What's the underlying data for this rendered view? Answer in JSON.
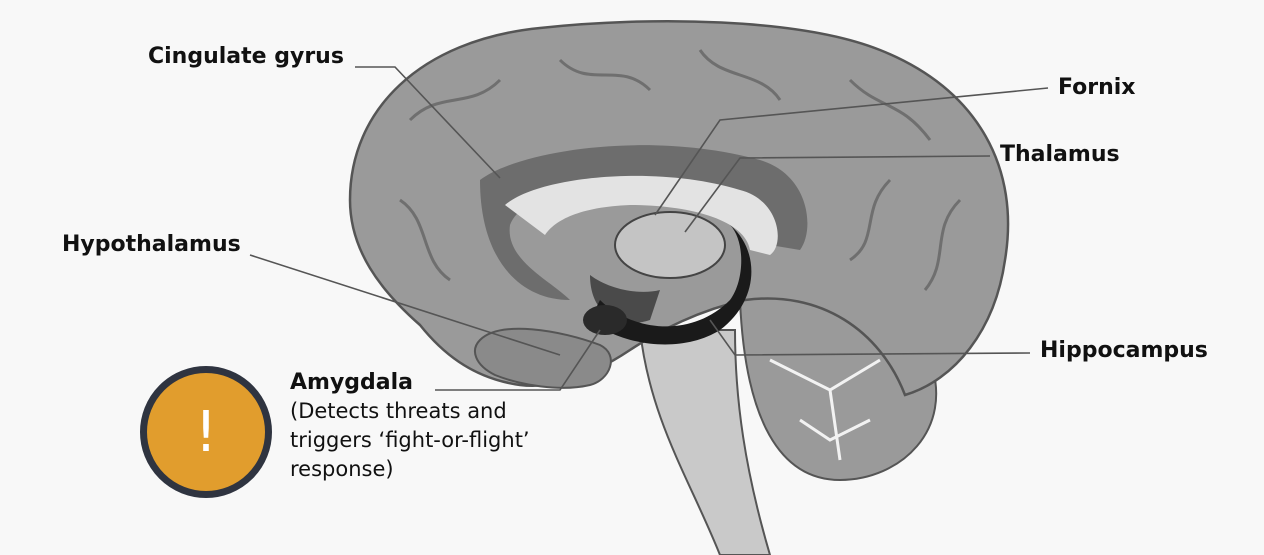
{
  "labels": {
    "cingulate_gyrus": "Cingulate gyrus",
    "fornix": "Fornix",
    "thalamus": "Thalamus",
    "hypothalamus": "Hypothalamus",
    "hippocampus": "Hippocampus",
    "amygdala": "Amygdala",
    "amygdala_description": [
      "(Detects threats and",
      "triggers ‘fight-or-flight’",
      "response)"
    ]
  },
  "warning": {
    "icon": "exclamation-icon",
    "glyph": "!"
  },
  "colors": {
    "background": "#f8f8f8",
    "cortex": "#9a9a9a",
    "cingulate": "#6d6d6d",
    "corpus_callosum": "#dcdcdc",
    "hippocampus": "#1a1a1a",
    "warning_fill": "#e19d2d",
    "warning_ring": "#2f3440"
  }
}
